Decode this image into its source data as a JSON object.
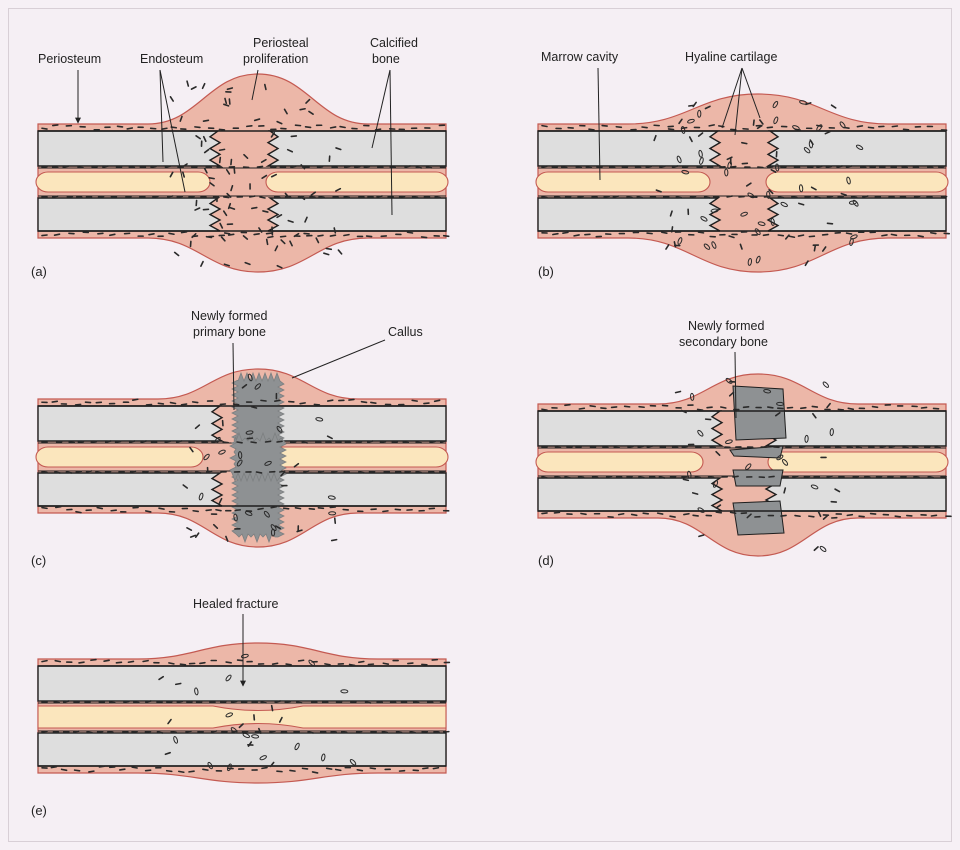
{
  "colors": {
    "background": "#f5eff4",
    "periosteum_tissue": "#ecb7a8",
    "tissue_outline": "#c45a52",
    "calcified_bone": "#dedede",
    "marrow_cavity": "#fbe6bd",
    "new_bone": "#8e9193",
    "cell_marks": "#2a2a2a"
  },
  "panels": {
    "a": {
      "label": "(a)",
      "stage": "clot",
      "annotations": {
        "periosteum": "Periosteum",
        "endosteum": "Endosteum",
        "periosteal_line1": "Periosteal",
        "periosteal_line2": "proliferation",
        "calcified_line1": "Calcified",
        "calcified_line2": "bone"
      }
    },
    "b": {
      "label": "(b)",
      "stage": "cartilage",
      "annotations": {
        "marrow": "Marrow cavity",
        "hyaline": "Hyaline cartilage"
      }
    },
    "c": {
      "label": "(c)",
      "stage": "primary",
      "annotations": {
        "primary_line1": "Newly formed",
        "primary_line2": "primary bone",
        "callus": "Callus"
      }
    },
    "d": {
      "label": "(d)",
      "stage": "secondary",
      "annotations": {
        "secondary_line1": "Newly formed",
        "secondary_line2": "secondary bone"
      }
    },
    "e": {
      "label": "(e)",
      "stage": "healed",
      "annotations": {
        "healed": "Healed fracture"
      }
    }
  }
}
